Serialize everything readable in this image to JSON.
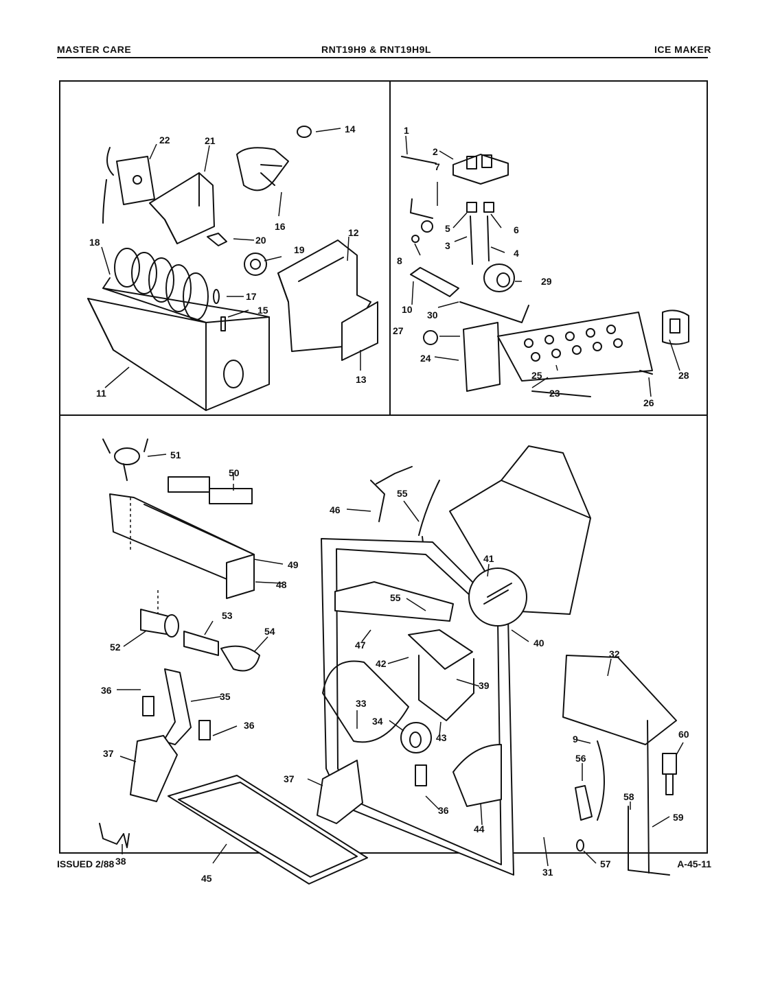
{
  "header": {
    "left": "MASTER CARE",
    "center": "RNT19H9 & RNT19H9L",
    "right": "ICE MAKER"
  },
  "footer": {
    "left": "ISSUED 2/88",
    "right": "A-45-11"
  },
  "callouts": {
    "c1": "1",
    "c2": "2",
    "c3": "3",
    "c4": "4",
    "c5": "5",
    "c6": "6",
    "c7": "7",
    "c8": "8",
    "c9": "9",
    "c10": "10",
    "c11": "11",
    "c12": "12",
    "c13": "13",
    "c14": "14",
    "c15": "15",
    "c16": "16",
    "c17": "17",
    "c18": "18",
    "c19": "19",
    "c20": "20",
    "c21": "21",
    "c22": "22",
    "c23": "23",
    "c24": "24",
    "c25": "25",
    "c26": "26",
    "c27": "27",
    "c28": "28",
    "c29": "29",
    "c30": "30",
    "c31": "31",
    "c32": "32",
    "c33": "33",
    "c34": "34",
    "c35": "35",
    "c36a": "36",
    "c36b": "36",
    "c36c": "36",
    "c37a": "37",
    "c37b": "37",
    "c38": "38",
    "c39": "39",
    "c40": "40",
    "c41": "41",
    "c42": "42",
    "c43": "43",
    "c44": "44",
    "c45": "45",
    "c46": "46",
    "c47": "47",
    "c48": "48",
    "c49": "49",
    "c50": "50",
    "c51": "51",
    "c52": "52",
    "c53": "53",
    "c54": "54",
    "c55a": "55",
    "c55b": "55",
    "c56": "56",
    "c57": "57",
    "c58": "58",
    "c59": "59",
    "c60": "60"
  }
}
